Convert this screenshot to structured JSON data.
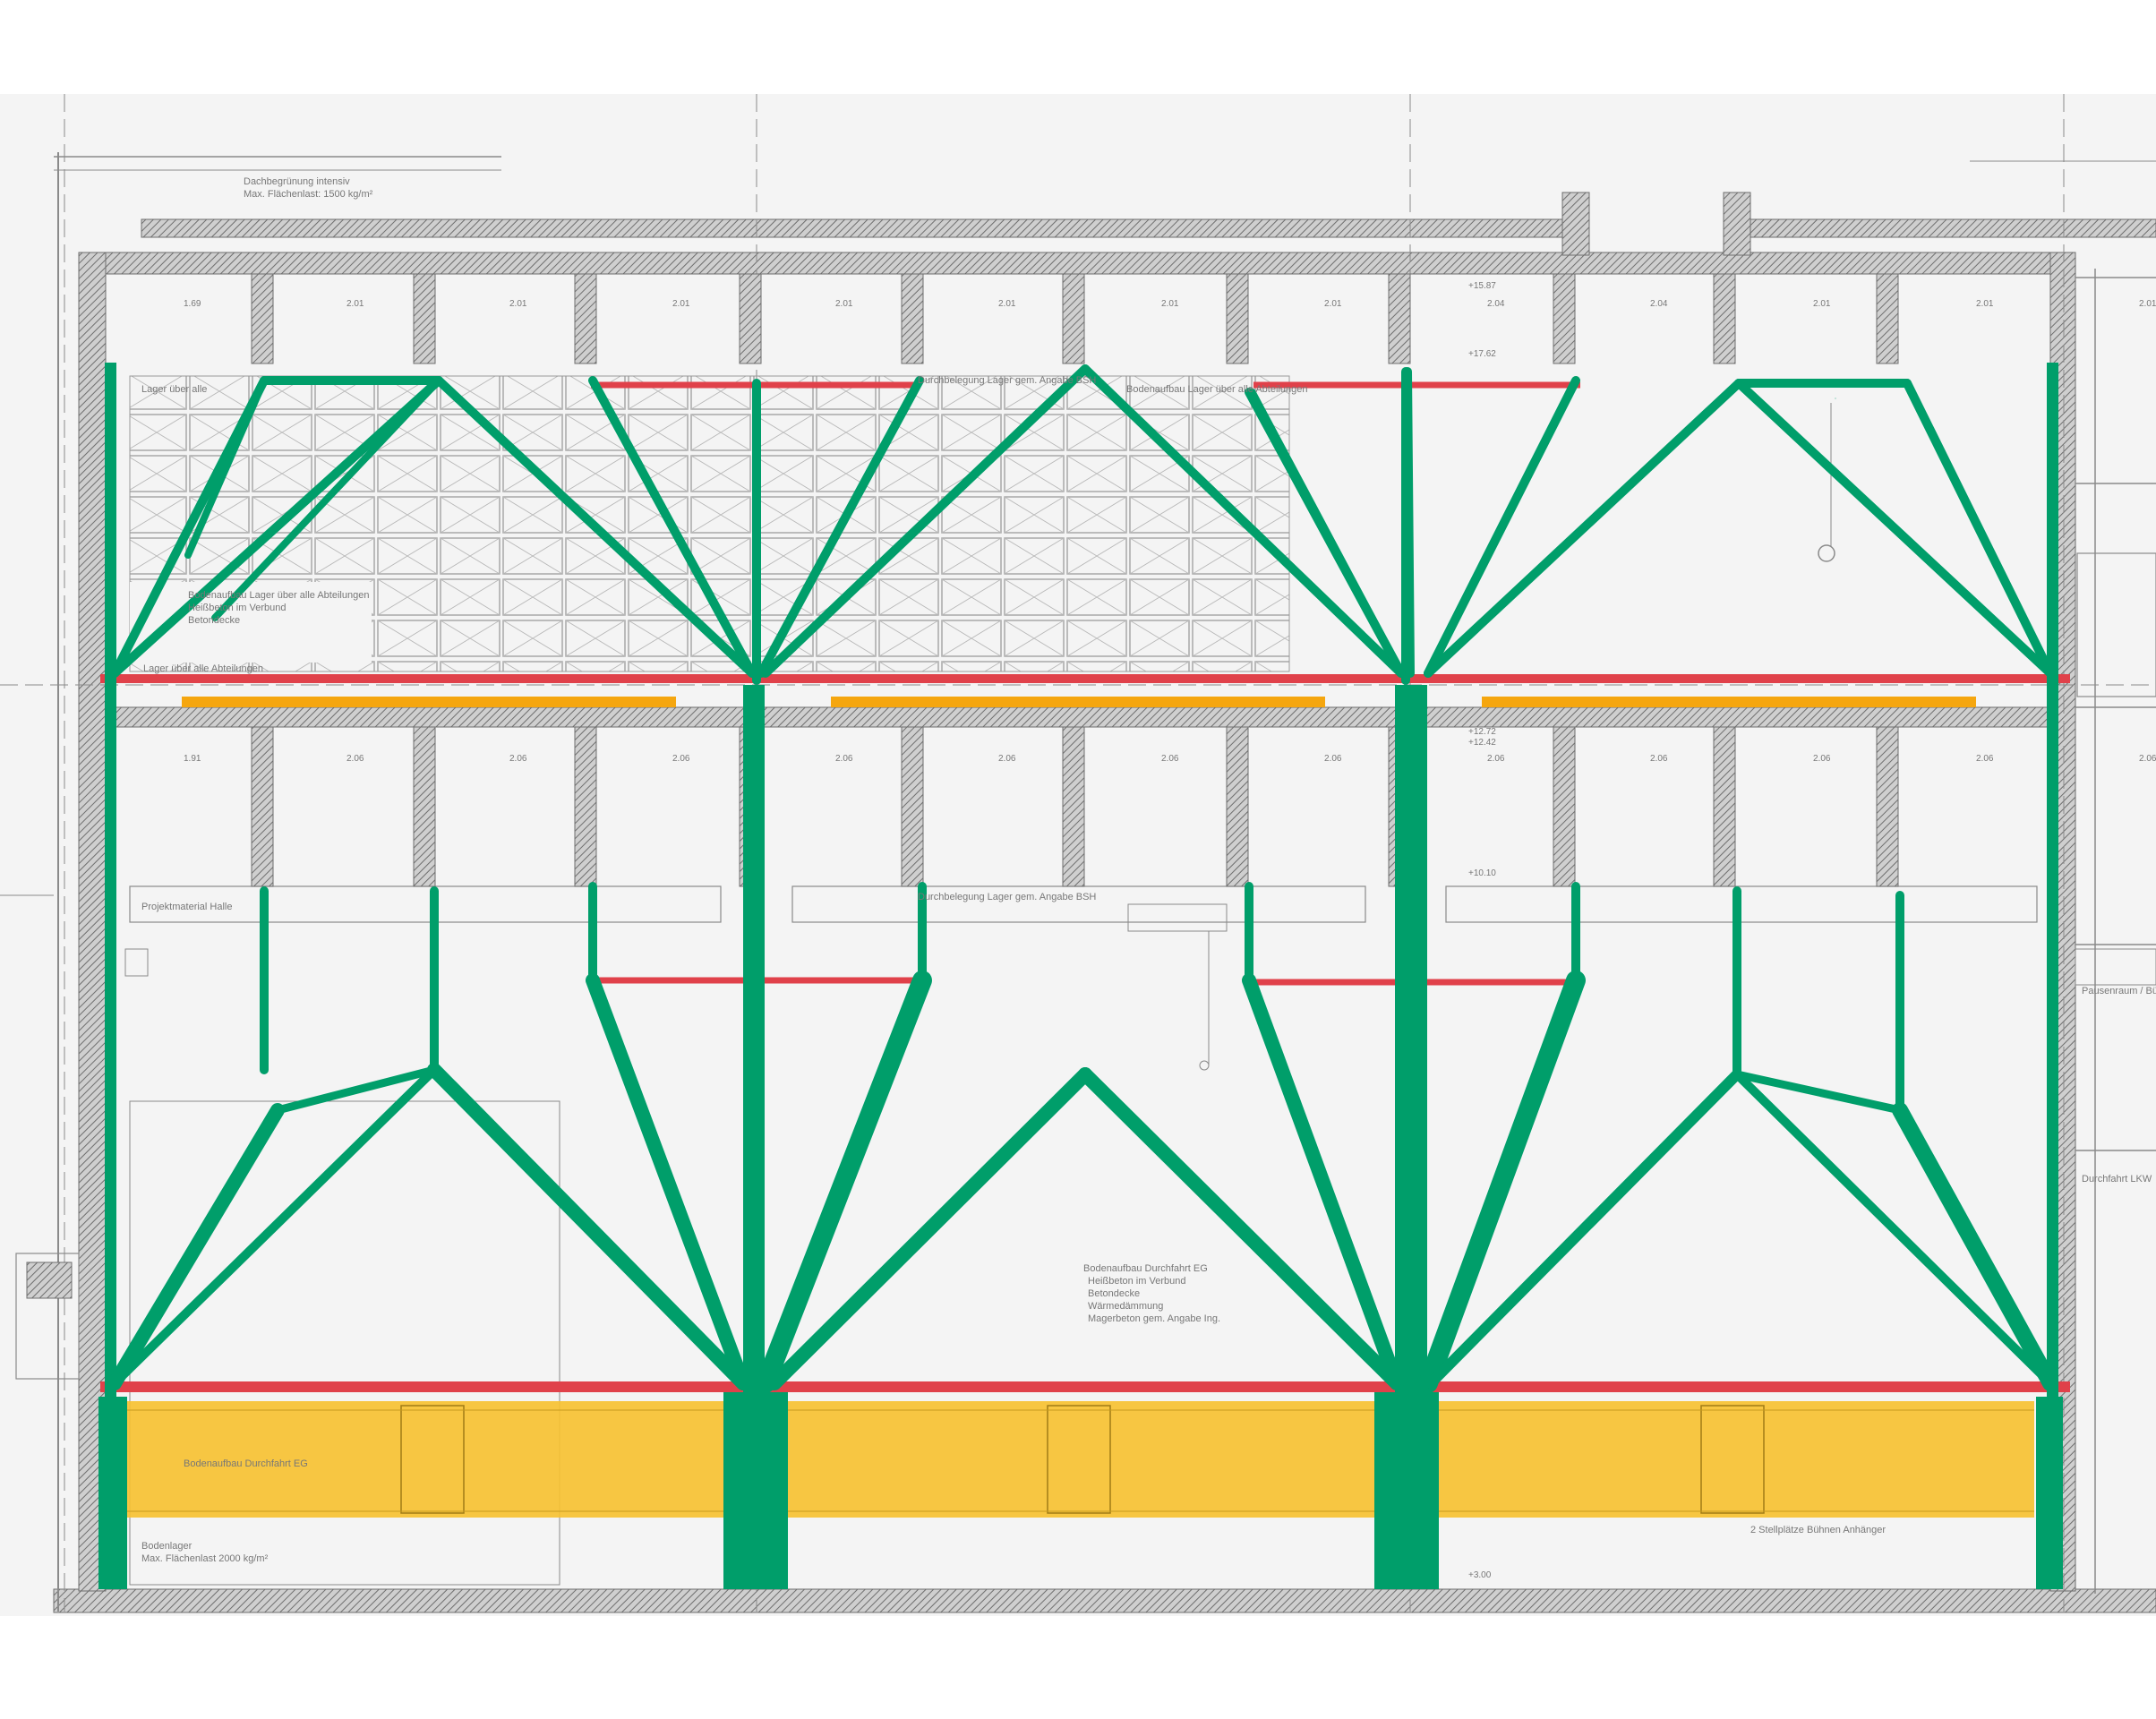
{
  "colors": {
    "background": "#ffffff",
    "sheet": "#f4f4f4",
    "linework": "#8a8a8a",
    "hatch": "#6e6e6e",
    "tree_green": "#009e6a",
    "tie_red": "#e0414a",
    "floor_yellow": "#f7c12f",
    "beam_orange": "#f5a60f"
  },
  "labels": {
    "roof_note": "Dachbegrünung intensiv",
    "roof_load": "Max. Flächenlast: 1500 kg/m²",
    "store_upper": "Lager über alle",
    "floor_upper_a": "Bodenaufbau Lager über alle Abteilungen",
    "floor_upper_b": "Bodenaufbau Lager über alle Abteilungen",
    "store_upper_b": "Lager über alle Abteilungen",
    "project_material": "Projektmaterial Halle",
    "mezz_note": "Durchbelegung Lager gem. Angabe BSH",
    "hall_floor": "Bodenaufbau Durchfahrt EG",
    "hall_floor_w": "Bodenaufbau Durchfahrt EG",
    "parking": "2 Stellplätze Bühnen Anhänger",
    "pause": "Pausenraum / Büro Logistik",
    "drive_through": "Durchfahrt LKW",
    "ground_store": "Bodenlager",
    "ground_load": "Max. Flächenlast 2000 kg/m²",
    "aufbau_1": "Heißbeton im Verbund",
    "aufbau_2": "Betondecke",
    "aufbau_3": "Wärmedämmung",
    "aufbau_4": "Magerbeton gem. Angabe Ing."
  },
  "dimensions": {
    "upper": [
      "1.69",
      "2.01",
      "2.01",
      "2.01",
      "2.01",
      "2.01",
      "2.01",
      "2.01",
      "2.04",
      "2.04",
      "2.01",
      "2.01",
      "2.01"
    ],
    "lower": [
      "1.91",
      "2.06",
      "2.06",
      "2.06",
      "2.06",
      "2.06",
      "2.06",
      "2.06",
      "2.06",
      "2.06",
      "2.06",
      "2.06",
      "2.06"
    ],
    "levels": [
      "+15.87",
      "+17.62",
      "+12.72",
      "+12.42",
      "+10.10",
      "+3.00"
    ]
  }
}
